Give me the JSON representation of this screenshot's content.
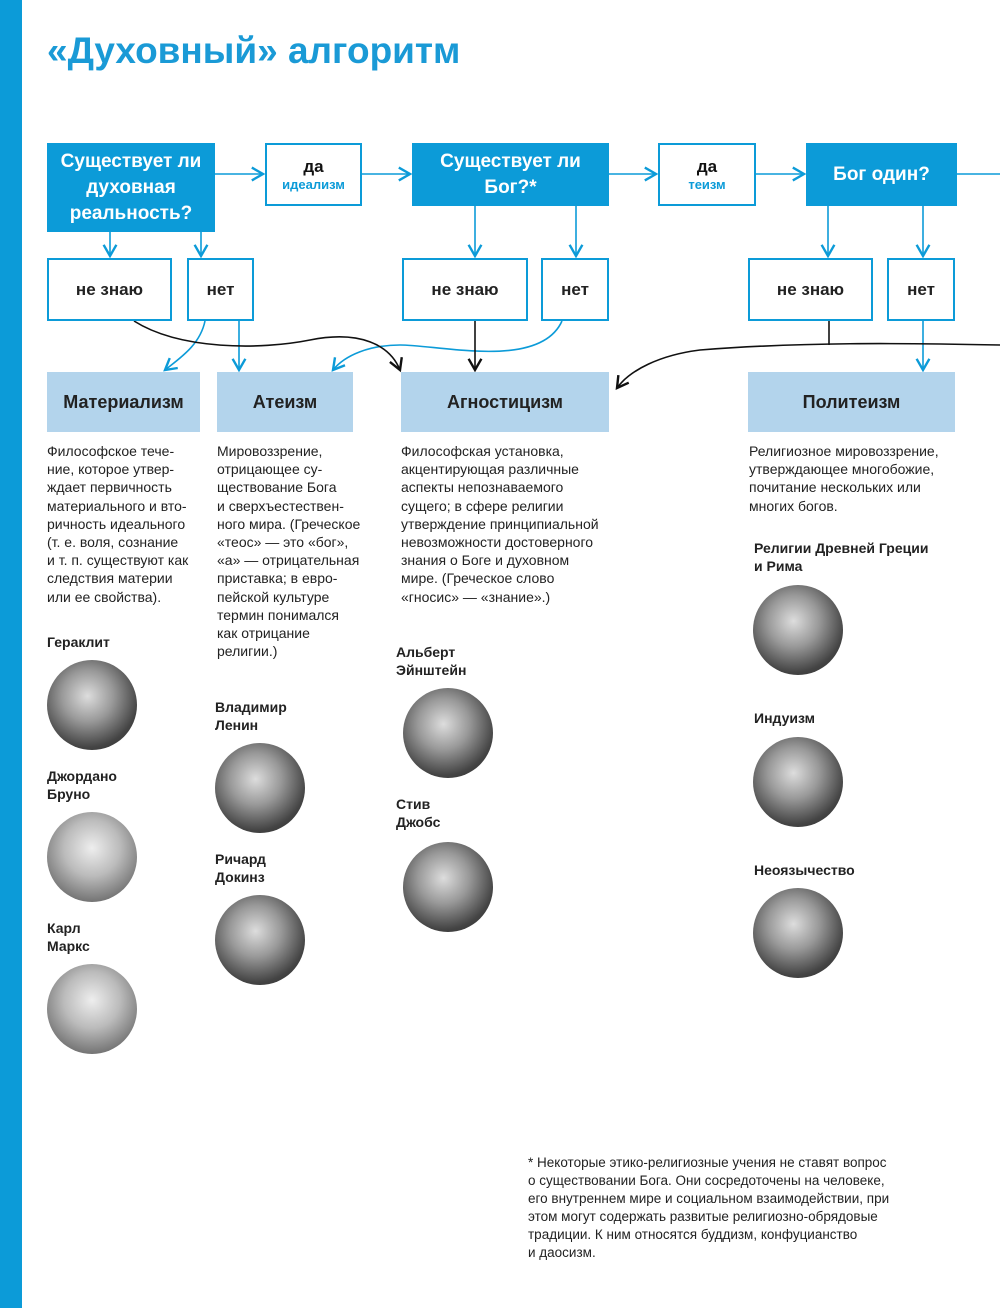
{
  "title": "«Духовный» алгоритм",
  "colors": {
    "accent": "#0c9bd8",
    "result_fill": "#b3d4ec"
  },
  "questions": [
    "Существует ли\nдуховная\nреальность?",
    "Существует ли\nБог?*",
    "Бог один?"
  ],
  "yes_boxes": [
    {
      "label": "да",
      "sub": "идеализм"
    },
    {
      "label": "да",
      "sub": "теизм"
    }
  ],
  "answers": {
    "dont_know": "не знаю",
    "no": "нет"
  },
  "results": [
    {
      "name": "Материализм",
      "desc": "Философское тече-\nние, которое утвер-\nждает первичность\nматериального и вто-\nричность идеального\n(т. е. воля, сознание\nи т. п. существуют как\nследствия материи\nили ее свойства).",
      "people": [
        "Гераклит",
        "Джордано\nБруно",
        "Карл\nМаркс"
      ]
    },
    {
      "name": "Атеизм",
      "desc": "Мировоззрение,\nотрицающее су-\nществование Бога\nи сверхъестествен-\nного мира. (Греческое\n«теос» — это «бог»,\n«а» — отрицательная\nприставка; в евро-\nпейской культуре\nтермин понимался\nкак отрицание\nрелигии.)",
      "people": [
        "Владимир\nЛенин",
        "Ричард\nДокинз"
      ]
    },
    {
      "name": "Агностицизм",
      "desc": "Философская установка,\nакцентирующая различные\nаспекты непознаваемого\nсущего; в сфере религии\nутверждение принципиальной\nневозможности достоверного\nзнания о Боге и духовном\nмире. (Греческое слово\n«гносис» — «знание».)",
      "people": [
        "Альберт\nЭйнштейн",
        "Стив\nДжобс"
      ]
    },
    {
      "name": "Политеизм",
      "desc": "Религиозное мировоззрение,\nутверждающее многобожие,\nпочитание нескольких или\nмногих богов.",
      "people": [
        "Религии Древней Греции\nи Рима",
        "Индуизм",
        "Неоязычество"
      ]
    }
  ],
  "footnote": "* Некоторые этико-религиозные учения не ставят вопрос\n  о существовании Бога. Они сосредоточены на человеке,\n  его внутреннем мире и социальном взаимодействии, при\n  этом могут содержать развитые религиозно-обрядовые\n  традиции. К ним относятся буддизм, конфуцианство\n  и даосизм."
}
